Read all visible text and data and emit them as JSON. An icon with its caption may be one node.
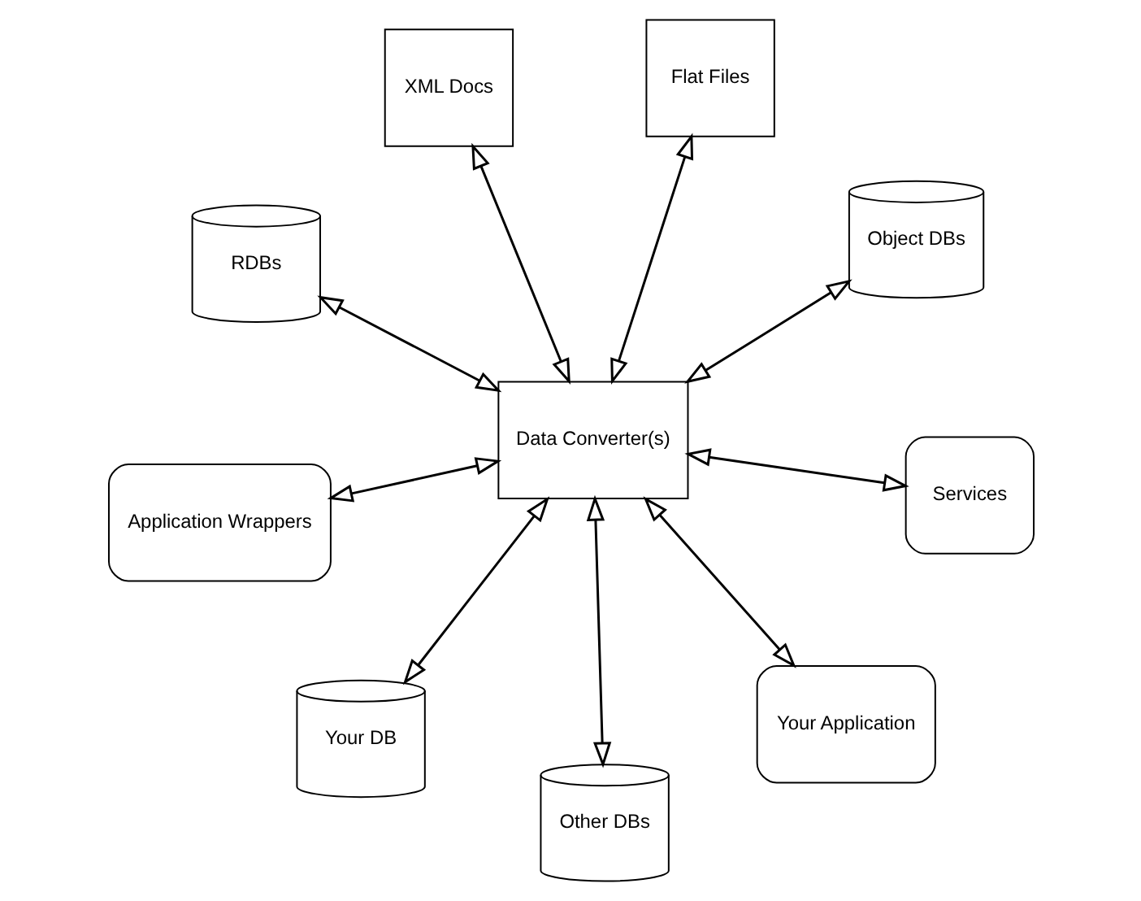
{
  "diagram": {
    "nodes": [
      {
        "text": [
          "RDBs"
        ]
      },
      {
        "text": [
          "Object DBs"
        ]
      },
      {
        "text": [
          "Other DBs"
        ]
      },
      {
        "text": [
          "XML Docs"
        ]
      },
      {
        "text": [
          "Flat Files"
        ]
      },
      {
        "text": [
          "Data Converter(s)"
        ]
      },
      {
        "text": [
          "Application Wrappers"
        ]
      },
      {
        "text": [
          "Services"
        ]
      },
      {
        "text": [
          "Your DB"
        ]
      },
      {
        "text": [
          "Your Application"
        ]
      }
    ],
    "edges": [
      {
        "from": 5,
        "to": 0,
        "arrow": "both"
      },
      {
        "from": 5,
        "to": 1,
        "arrow": "both"
      },
      {
        "from": 5,
        "to": 2,
        "arrow": "both"
      },
      {
        "from": 5,
        "to": 3,
        "arrow": "both"
      },
      {
        "from": 5,
        "to": 6,
        "arrow": "both"
      },
      {
        "from": 5,
        "to": 4,
        "arrow": "both"
      },
      {
        "from": 5,
        "to": 7,
        "arrow": "both"
      },
      {
        "from": 5,
        "to": 8,
        "arrow": "both"
      },
      {
        "from": 5,
        "to": 9,
        "arrow": "both"
      }
    ]
  }
}
